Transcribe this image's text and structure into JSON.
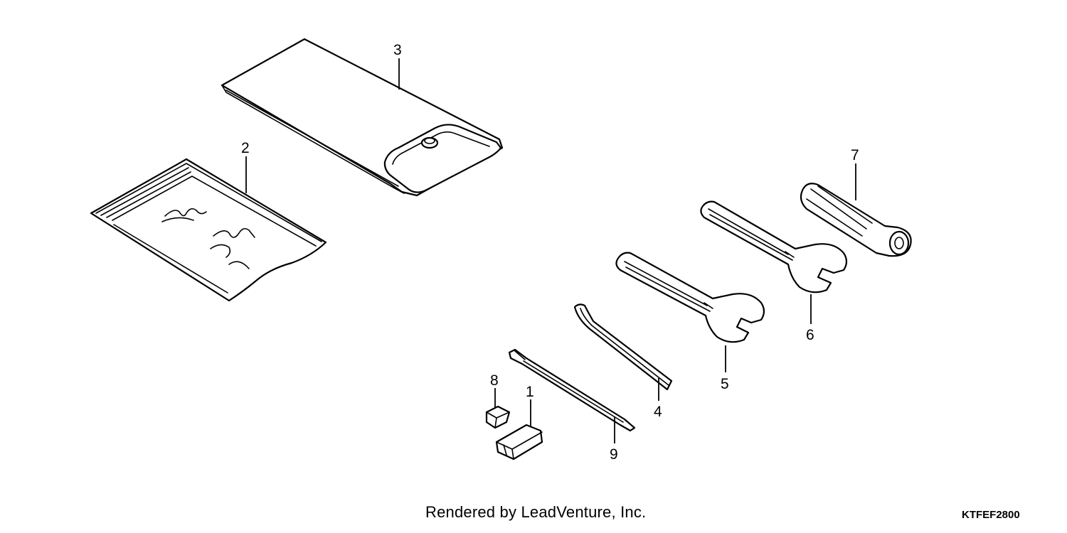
{
  "parts": [
    {
      "ref": "1",
      "name": "fuse-clip"
    },
    {
      "ref": "2",
      "name": "owners-manual-bag"
    },
    {
      "ref": "3",
      "name": "tool-bag"
    },
    {
      "ref": "4",
      "name": "hex-wrench"
    },
    {
      "ref": "5",
      "name": "open-end-wrench-small"
    },
    {
      "ref": "6",
      "name": "open-end-wrench-large"
    },
    {
      "ref": "7",
      "name": "screwdriver-grip"
    },
    {
      "ref": "8",
      "name": "fuse"
    },
    {
      "ref": "9",
      "name": "screwdriver-bit"
    }
  ],
  "footer": {
    "credit": "Rendered by LeadVenture, Inc.",
    "diagram_code": "KTFEF2800"
  }
}
